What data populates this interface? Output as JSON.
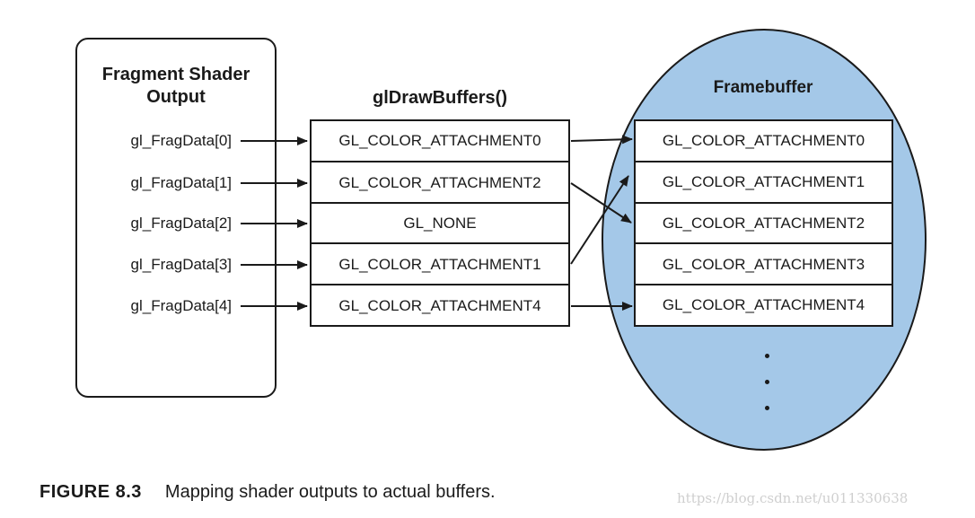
{
  "diagram": {
    "fragment_shader": {
      "title_lines": [
        "Fragment Shader",
        "Output"
      ],
      "outputs": [
        "gl_FragData[0]",
        "gl_FragData[1]",
        "gl_FragData[2]",
        "gl_FragData[3]",
        "gl_FragData[4]"
      ]
    },
    "draw_buffers": {
      "title": "glDrawBuffers()",
      "entries": [
        "GL_COLOR_ATTACHMENT0",
        "GL_COLOR_ATTACHMENT2",
        "GL_NONE",
        "GL_COLOR_ATTACHMENT1",
        "GL_COLOR_ATTACHMENT4"
      ]
    },
    "framebuffer": {
      "title": "Framebuffer",
      "attachments": [
        "GL_COLOR_ATTACHMENT0",
        "GL_COLOR_ATTACHMENT1",
        "GL_COLOR_ATTACHMENT2",
        "GL_COLOR_ATTACHMENT3",
        "GL_COLOR_ATTACHMENT4"
      ]
    },
    "mappings": [
      {
        "from": "GL_COLOR_ATTACHMENT0",
        "to": "GL_COLOR_ATTACHMENT0"
      },
      {
        "from": "GL_COLOR_ATTACHMENT2",
        "to": "GL_COLOR_ATTACHMENT2"
      },
      {
        "from": "GL_COLOR_ATTACHMENT1",
        "to": "GL_COLOR_ATTACHMENT1"
      },
      {
        "from": "GL_COLOR_ATTACHMENT4",
        "to": "GL_COLOR_ATTACHMENT4"
      }
    ],
    "colors": {
      "framebuffer_fill": "#a4c8e8",
      "stroke": "#1a1a1a",
      "watermark": "#cfcfcf"
    }
  },
  "caption": {
    "label": "FIGURE 8.3",
    "text": "Mapping shader outputs to actual buffers."
  },
  "watermark": "https://blog.csdn.net/u011330638"
}
